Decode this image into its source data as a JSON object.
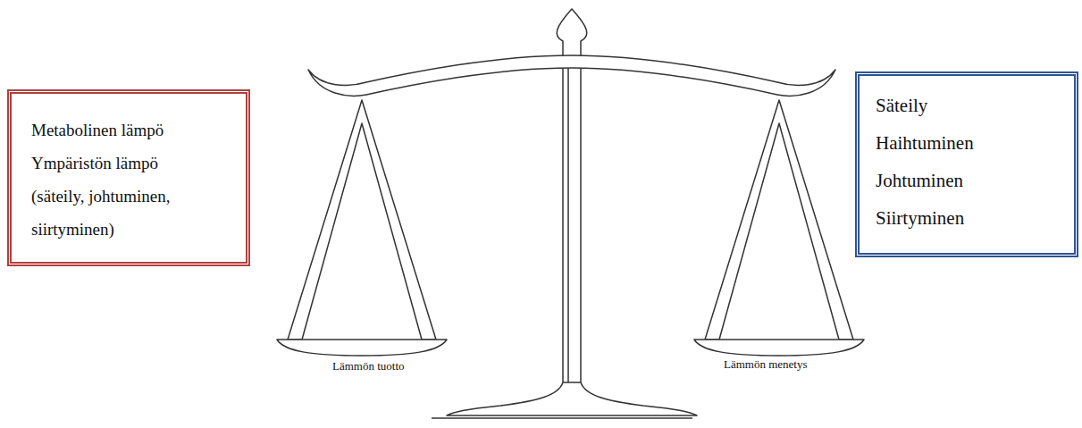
{
  "diagram": {
    "nodes": [
      {
        "text": [
          "Metabolinen lämpö",
          "Ympäristön lämpö (säteily, johtuminen, siirtyminen)"
        ]
      },
      {
        "text": [
          "Säteily",
          "Haihtuminen",
          "Johtuminen",
          "Siirtyminen"
        ]
      }
    ],
    "labels": [
      "Lämmön tuotto",
      "Lämmön menetys"
    ]
  }
}
